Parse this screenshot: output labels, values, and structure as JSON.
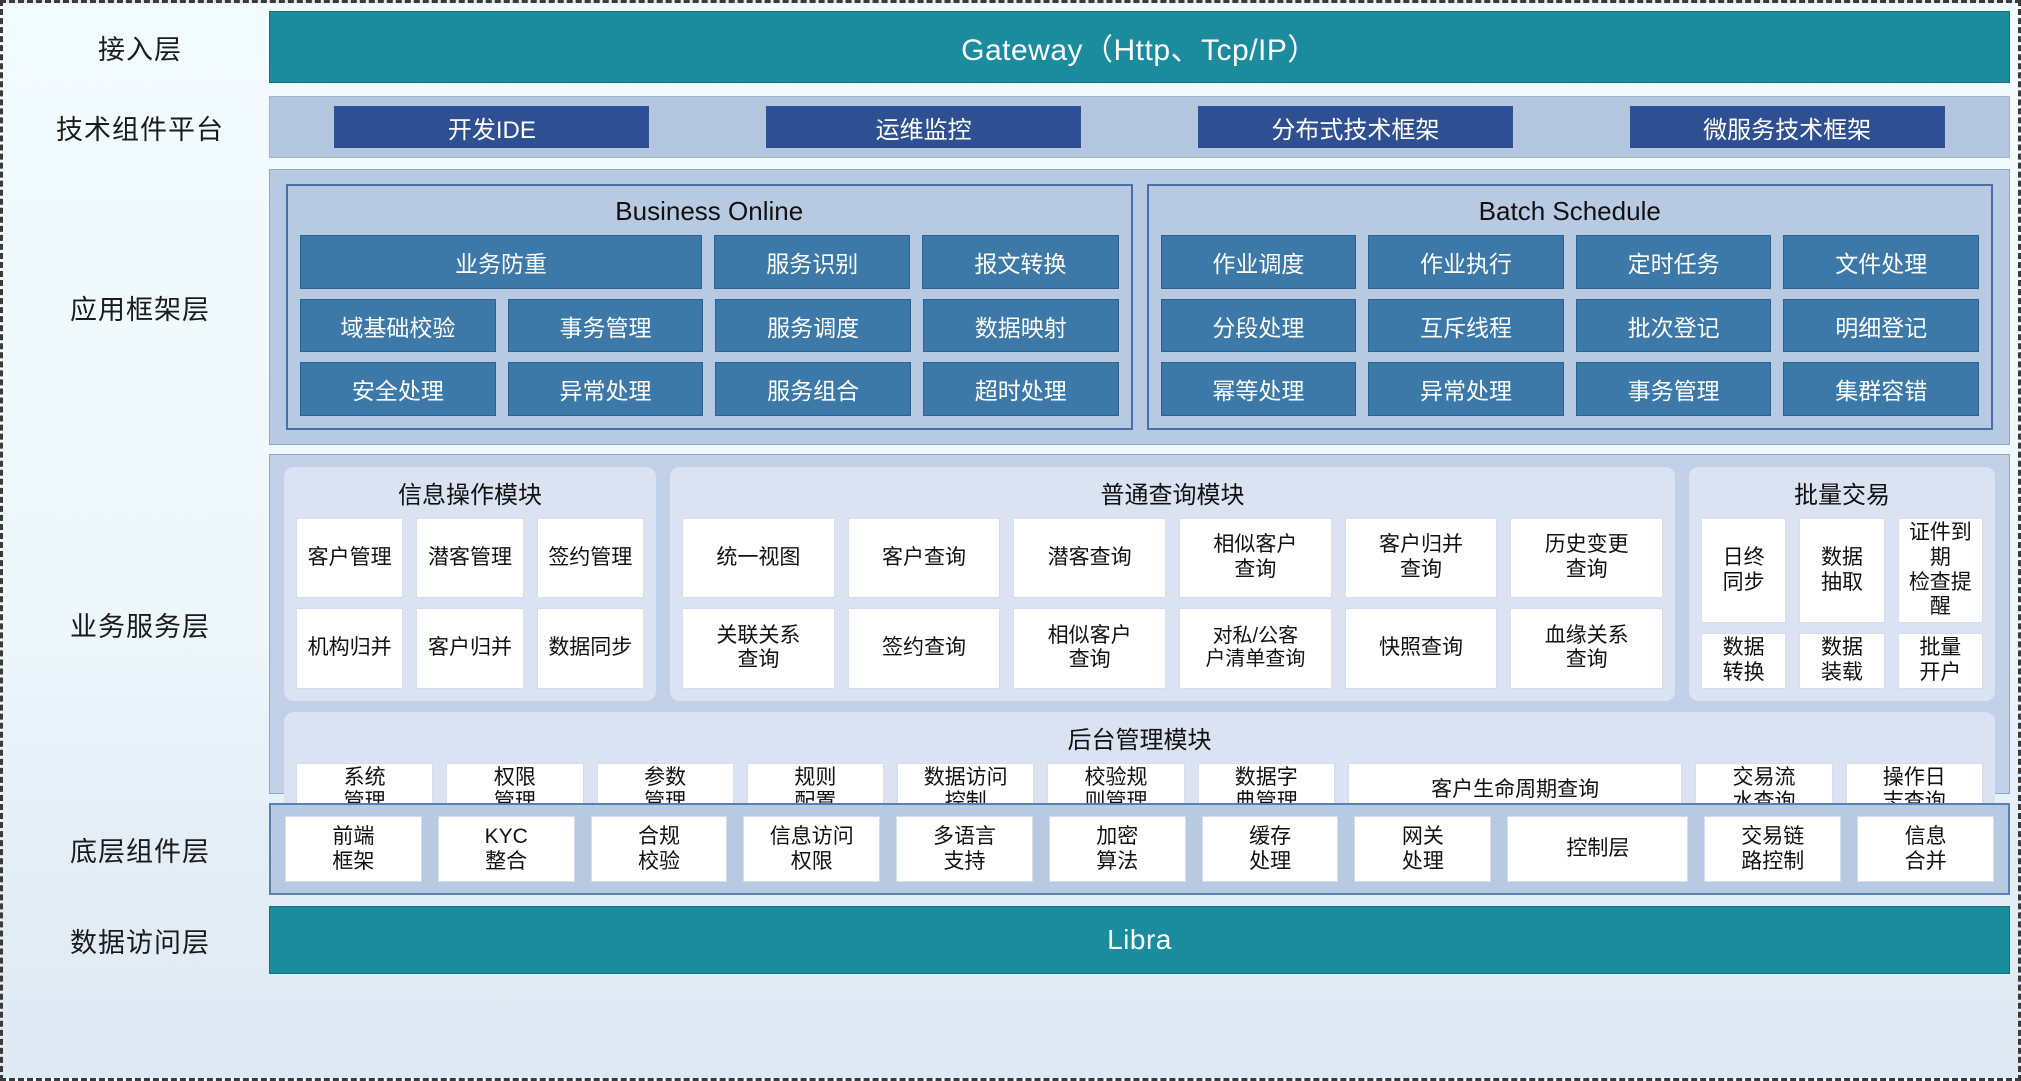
{
  "layers": [
    {
      "label": "接入层"
    },
    {
      "label": "技术组件平台"
    },
    {
      "label": "应用框架层"
    },
    {
      "label": "业务服务层"
    },
    {
      "label": "底层组件层"
    },
    {
      "label": "数据访问层"
    }
  ],
  "access_layer": {
    "title": "Gateway（Http、Tcp/IP）"
  },
  "tech_platform": {
    "chips": [
      "开发IDE",
      "运维监控",
      "分布式技术框架",
      "微服务技术框架"
    ]
  },
  "app_framework": {
    "panels": [
      {
        "title": "Business Online",
        "rows": [
          [
            "业务防重",
            "服务识别",
            "报文转换"
          ],
          [
            "域基础校验",
            "事务管理",
            "服务调度",
            "数据映射"
          ],
          [
            "安全处理",
            "异常处理",
            "服务组合",
            "超时处理"
          ]
        ]
      },
      {
        "title": "Batch Schedule",
        "rows": [
          [
            "作业调度",
            "作业执行",
            "定时任务",
            "文件处理"
          ],
          [
            "分段处理",
            "互斥线程",
            "批次登记",
            "明细登记"
          ],
          [
            "幂等处理",
            "异常处理",
            "事务管理",
            "集群容错"
          ]
        ]
      }
    ]
  },
  "business_service": {
    "panels": [
      {
        "title": "信息操作模块",
        "rows": [
          [
            "客户管理",
            "潜客管理",
            "签约管理"
          ],
          [
            "机构归并",
            "客户归并",
            "数据同步"
          ]
        ]
      },
      {
        "title": "普通查询模块",
        "rows": [
          [
            "统一视图",
            "客户查询",
            "潜客查询",
            "相似客户\n查询",
            "客户归并\n查询",
            "历史变更\n查询"
          ],
          [
            "关联关系\n查询",
            "签约查询",
            "相似客户\n查询",
            "对私/公客\n户清单查询",
            "快照查询",
            "血缘关系\n查询"
          ]
        ]
      },
      {
        "title": "批量交易",
        "rows": [
          [
            "日终\n同步",
            "数据\n抽取",
            "证件到期\n检查提醒"
          ],
          [
            "数据\n转换",
            "数据\n装载",
            "批量\n开户"
          ]
        ]
      }
    ],
    "admin_panel": {
      "title": "后台管理模块",
      "cells": [
        {
          "text": "系统\n管理",
          "wide": false
        },
        {
          "text": "权限\n管理",
          "wide": false
        },
        {
          "text": "参数\n管理",
          "wide": false
        },
        {
          "text": "规则\n配置",
          "wide": false
        },
        {
          "text": "数据访问\n控制",
          "wide": false
        },
        {
          "text": "校验规\n则管理",
          "wide": false
        },
        {
          "text": "数据字\n典管理",
          "wide": false
        },
        {
          "text": "客户生命周期查询",
          "wide": true
        },
        {
          "text": "交易流\n水查询",
          "wide": false
        },
        {
          "text": "操作日\n志查询",
          "wide": false
        }
      ]
    }
  },
  "bottom_components": {
    "cells": [
      {
        "text": "前端\n框架",
        "wide": false
      },
      {
        "text": "KYC\n整合",
        "wide": false
      },
      {
        "text": "合规\n校验",
        "wide": false
      },
      {
        "text": "信息访问\n权限",
        "wide": false
      },
      {
        "text": "多语言\n支持",
        "wide": false
      },
      {
        "text": "加密\n算法",
        "wide": false
      },
      {
        "text": "缓存\n处理",
        "wide": false
      },
      {
        "text": "网关\n处理",
        "wide": false
      },
      {
        "text": "控制层",
        "wide": true
      },
      {
        "text": "交易链\n路控制",
        "wide": false
      },
      {
        "text": "信息\n合并",
        "wide": false
      }
    ]
  },
  "data_access_layer": {
    "title": "Libra"
  },
  "colors": {
    "teal": "#1b8c9e",
    "tech_chip": "#2e4f92",
    "tech_strip": "#b3c6e0",
    "framework_bg": "#b8c9e2",
    "framework_cell": "#3c78a8",
    "business_bg": "#c3d1e8",
    "panel_bg": "#dbe3f2",
    "cell_bg": "#ffffff",
    "border_dashed": "#3a3a3a"
  }
}
